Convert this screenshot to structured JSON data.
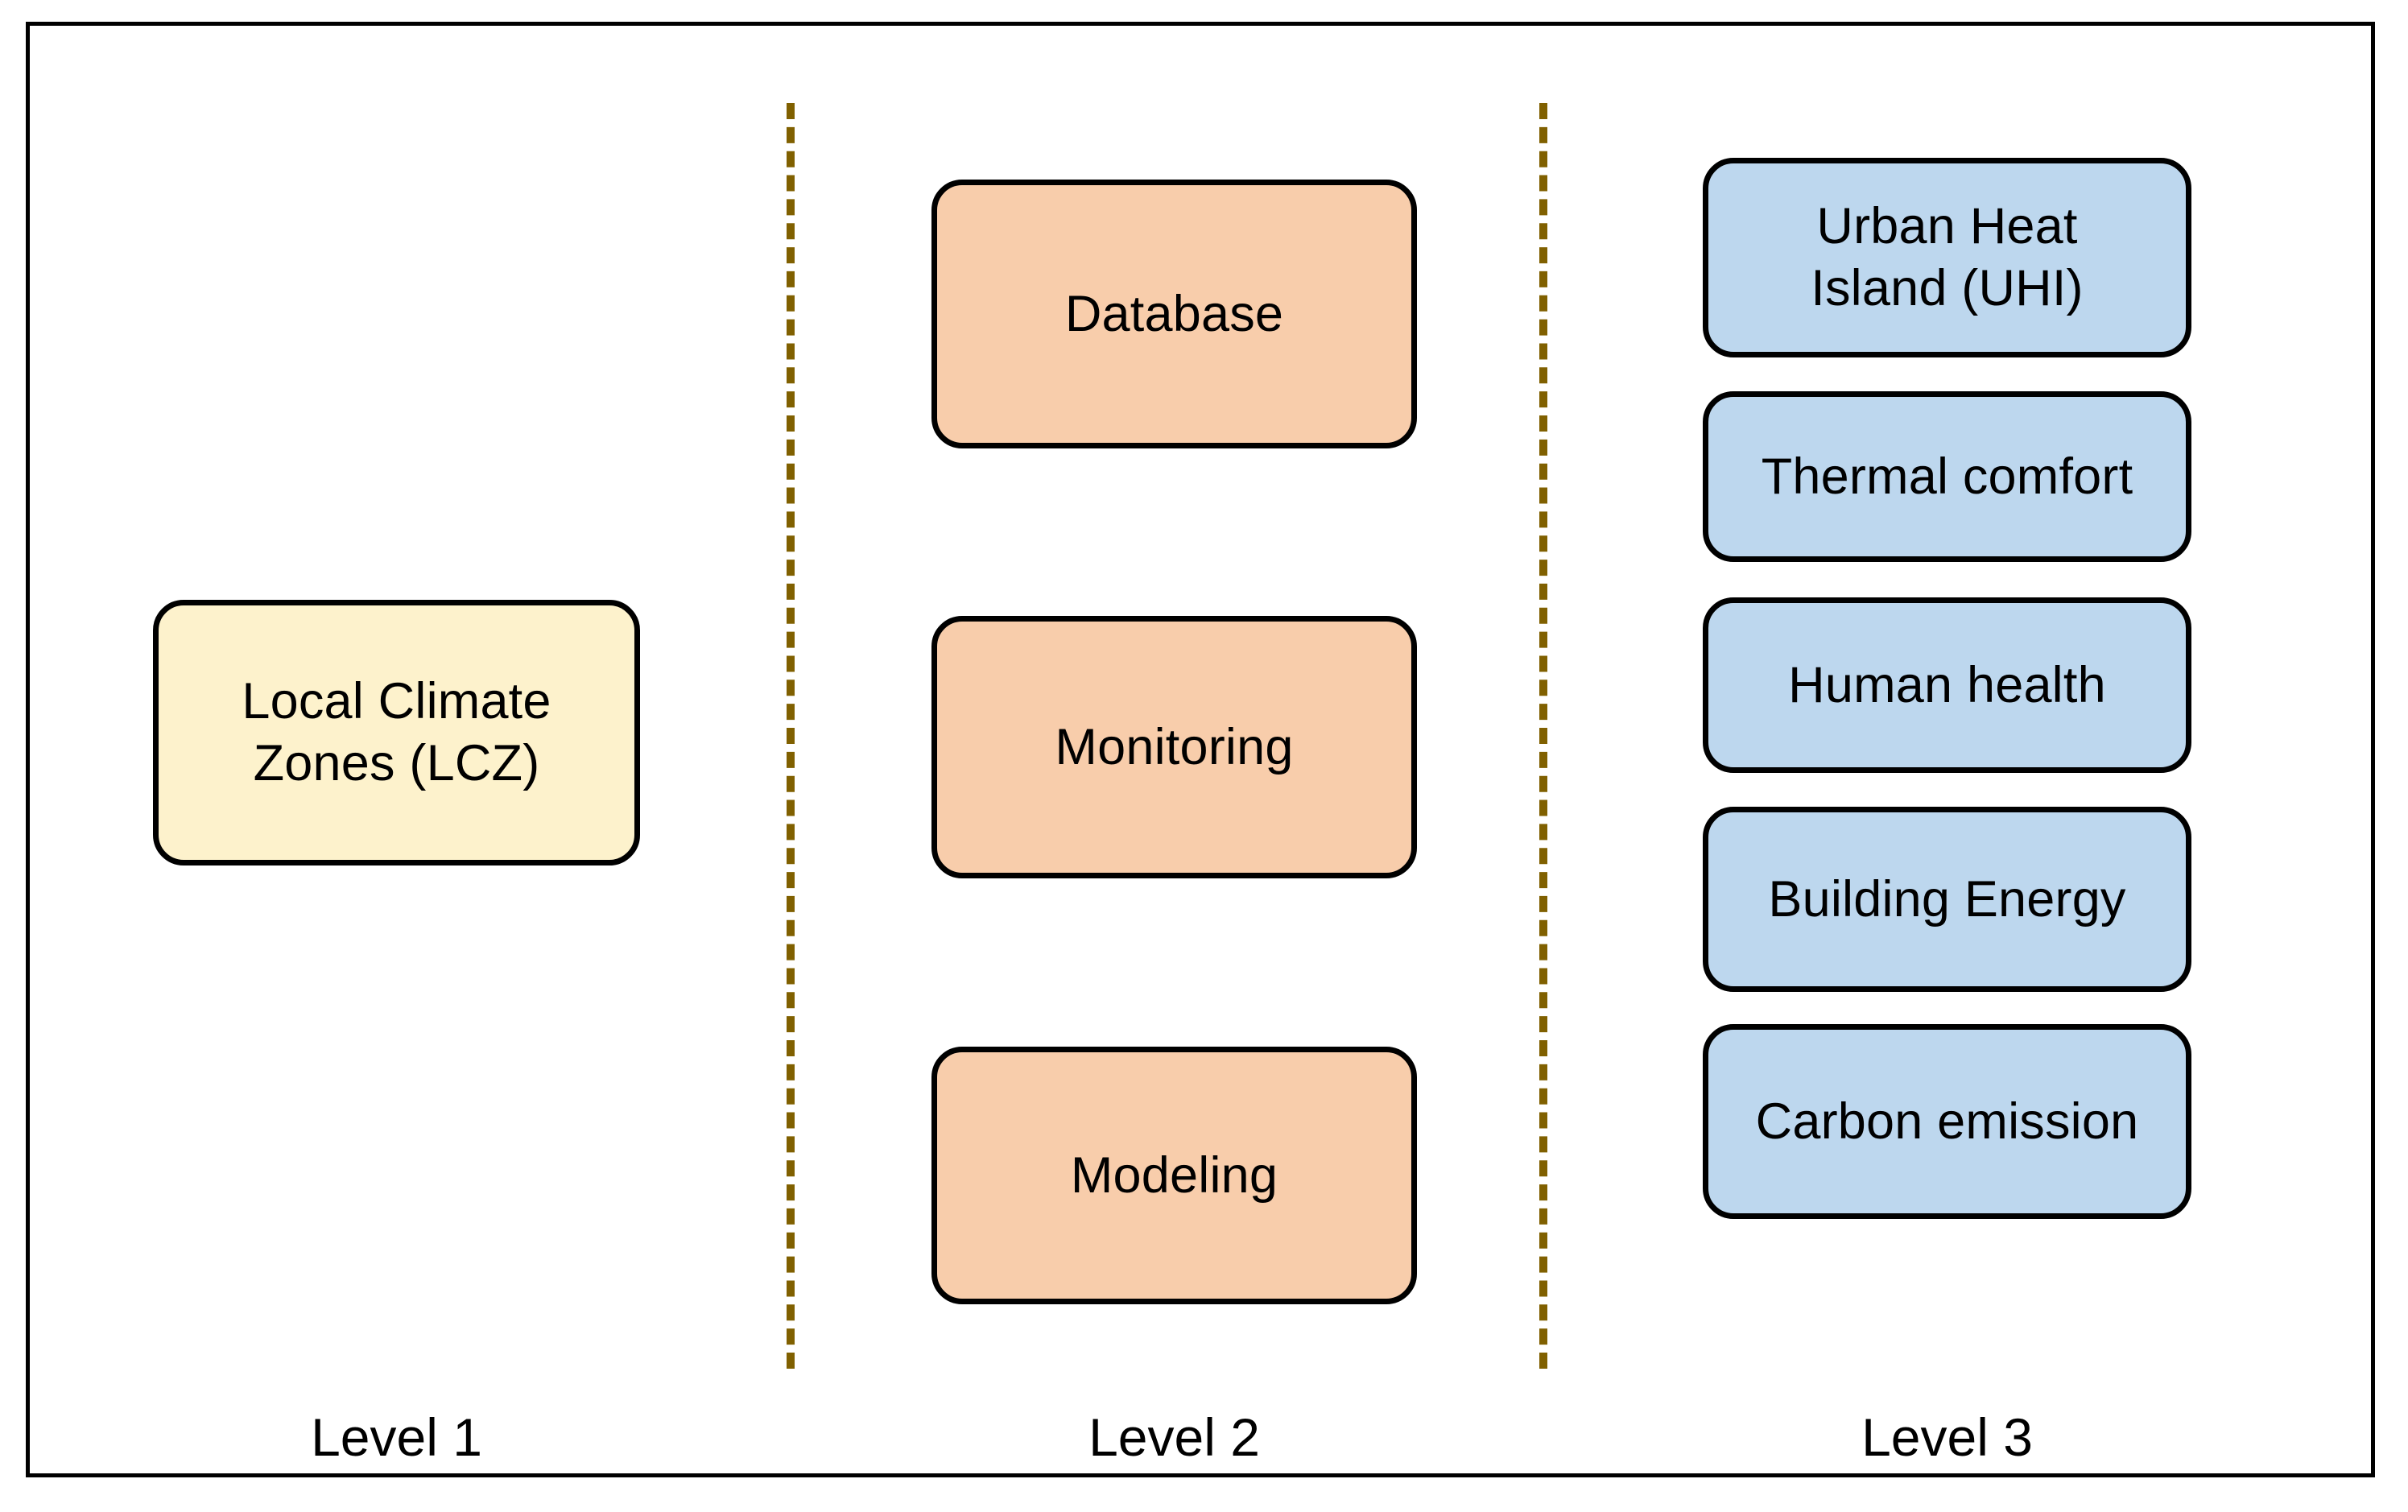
{
  "diagram": {
    "title": "Local Climate Zones three-level framework",
    "background_color": "#ffffff",
    "border_color": "#000000",
    "divider_color": "#806000"
  },
  "levels": [
    {
      "id": "level-1",
      "caption": "Level 1",
      "fill_color": "#fdf2cc",
      "nodes": [
        {
          "id": "lcz",
          "label": "Local Climate\nZones (LCZ)"
        }
      ]
    },
    {
      "id": "level-2",
      "caption": "Level 2",
      "fill_color": "#f8cdab",
      "nodes": [
        {
          "id": "database",
          "label": "Database"
        },
        {
          "id": "monitoring",
          "label": "Monitoring"
        },
        {
          "id": "modeling",
          "label": "Modeling"
        }
      ]
    },
    {
      "id": "level-3",
      "caption": "Level 3",
      "fill_color": "#bdd7ee",
      "nodes": [
        {
          "id": "uhi",
          "label": "Urban Heat\nIsland (UHI)"
        },
        {
          "id": "thermal-comfort",
          "label": "Thermal comfort"
        },
        {
          "id": "human-health",
          "label": "Human health"
        },
        {
          "id": "building-energy",
          "label": "Building Energy"
        },
        {
          "id": "carbon-emission",
          "label": "Carbon emission"
        }
      ]
    }
  ]
}
